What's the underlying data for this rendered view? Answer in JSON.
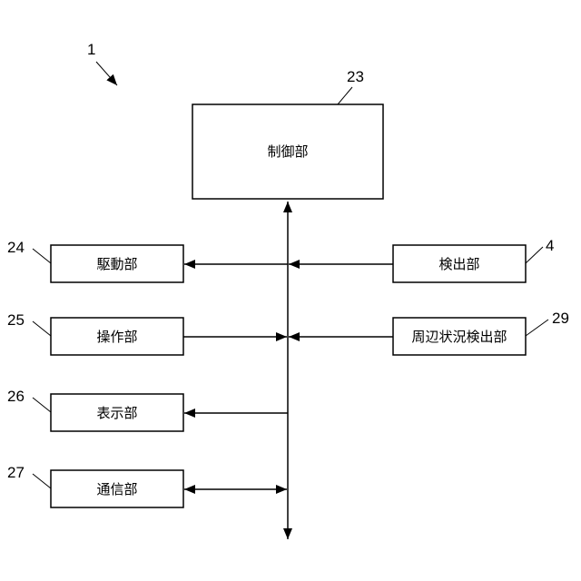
{
  "figure_number": "1",
  "blocks": {
    "control": {
      "ref": "23",
      "label": "制御部"
    },
    "drive": {
      "ref": "24",
      "label": "駆動部"
    },
    "operation": {
      "ref": "25",
      "label": "操作部"
    },
    "display": {
      "ref": "26",
      "label": "表示部"
    },
    "communication": {
      "ref": "27",
      "label": "通信部"
    },
    "detection": {
      "ref": "4",
      "label": "検出部"
    },
    "surroundings_detection": {
      "ref": "29",
      "label": "周辺状況検出部"
    }
  }
}
